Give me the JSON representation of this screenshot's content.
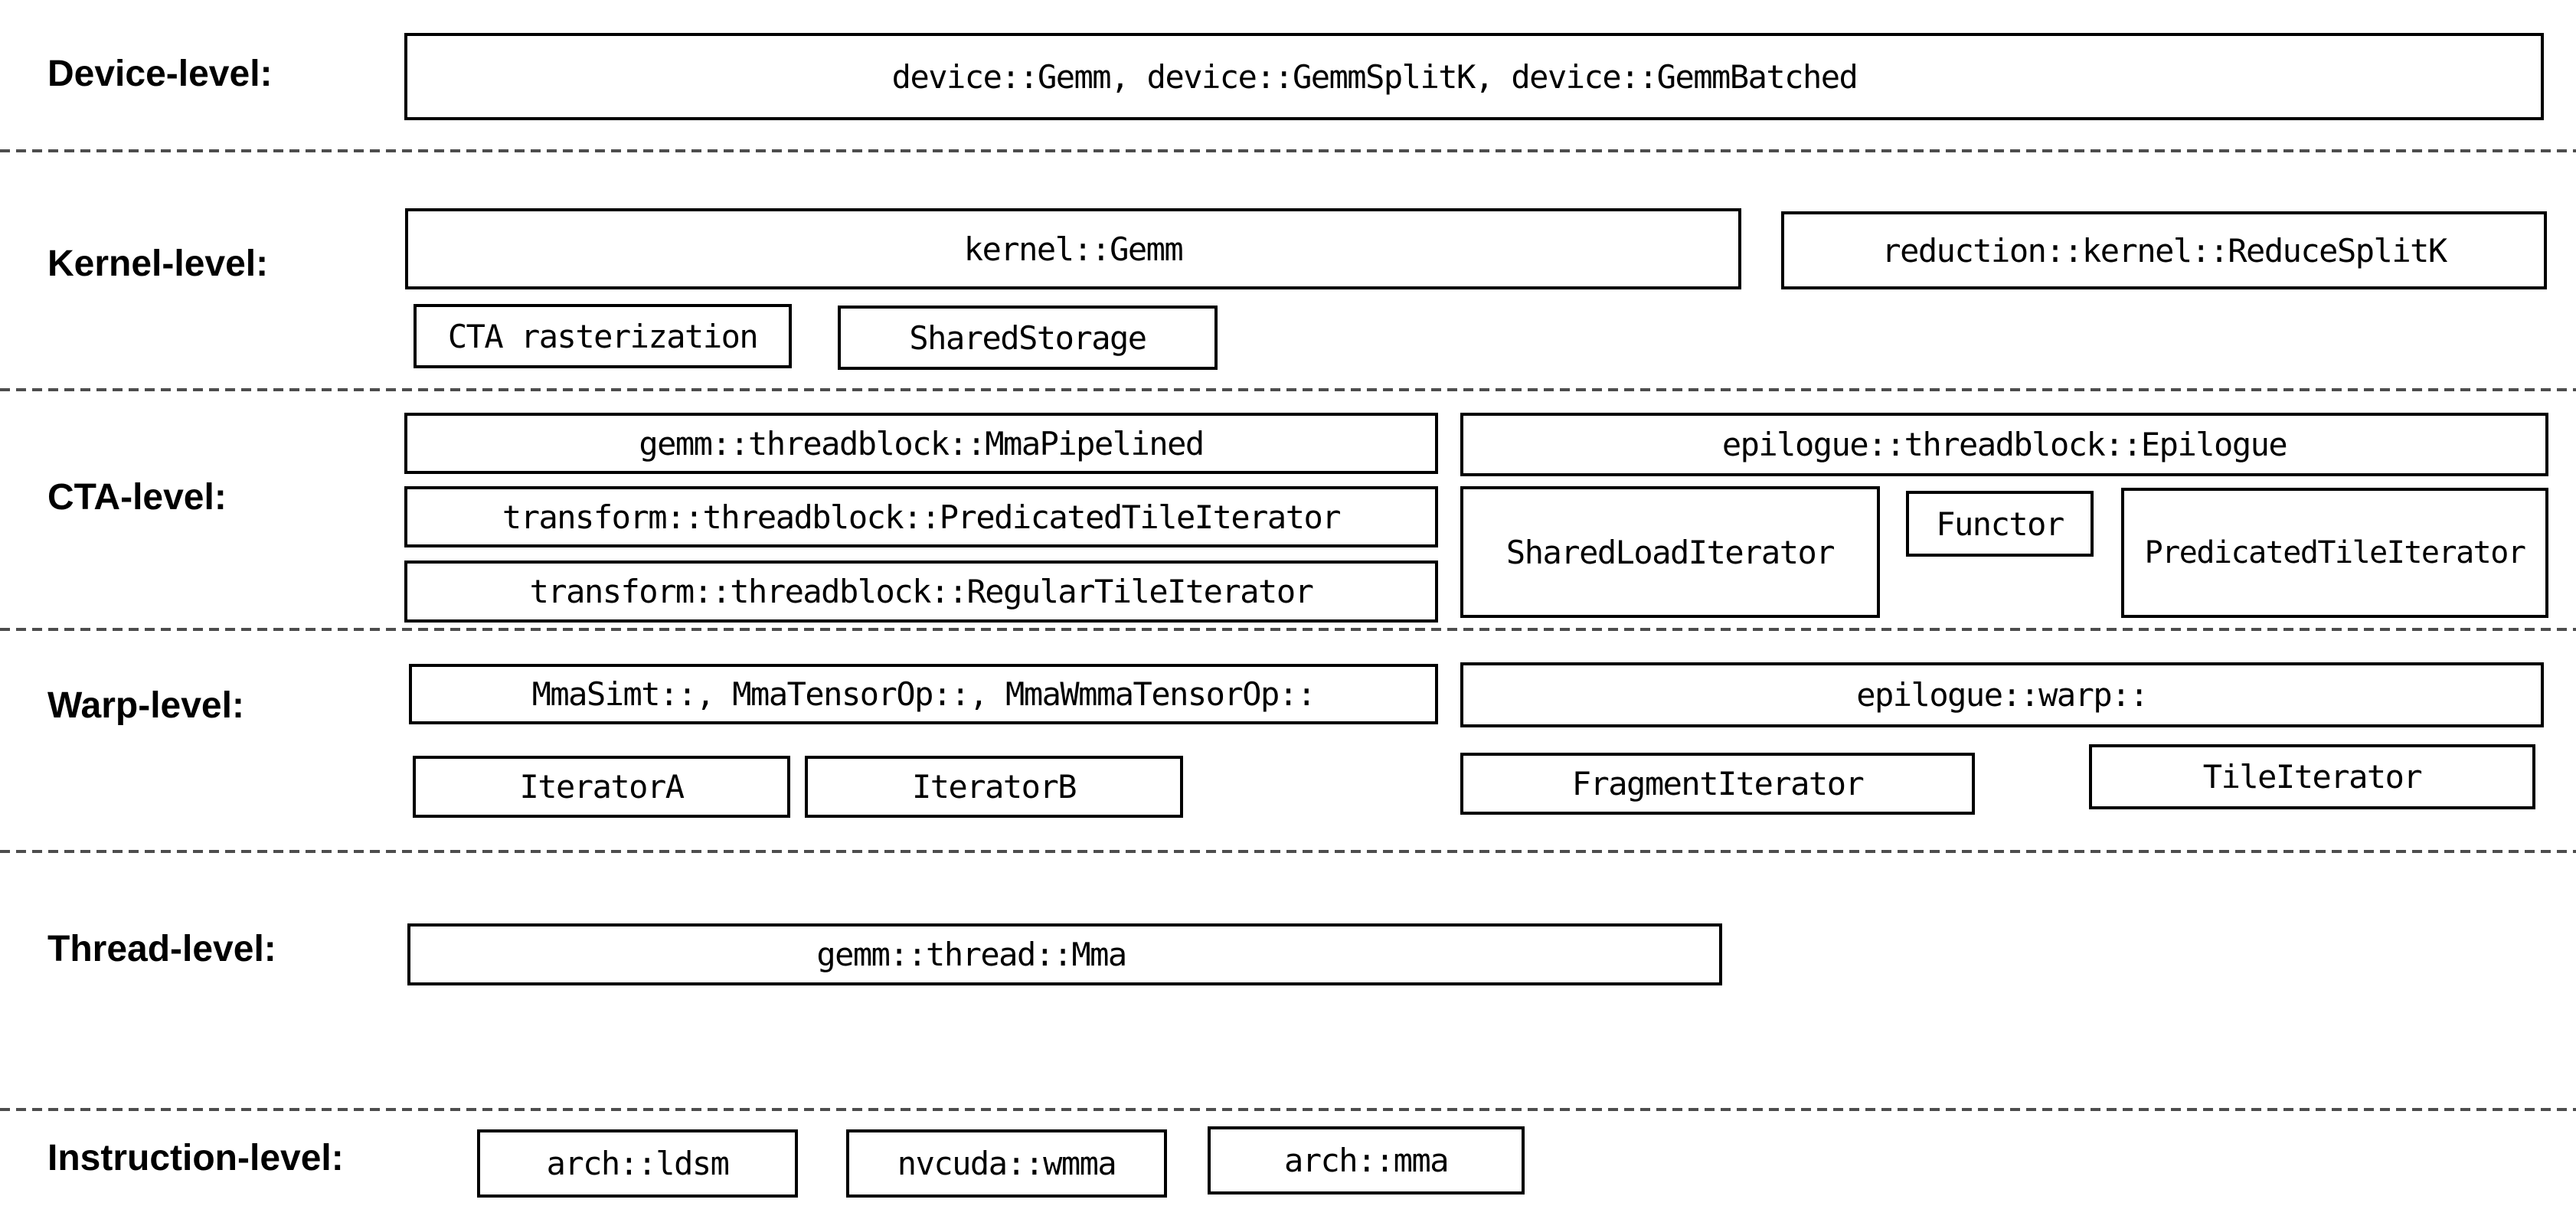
{
  "diagram": {
    "rows": [
      {
        "label": "Device-level:",
        "boxes": [
          {
            "label": "device::Gemm, device::GemmSplitK, device::GemmBatched"
          }
        ]
      },
      {
        "label": "Kernel-level:",
        "boxes": [
          {
            "label": "kernel::Gemm"
          },
          {
            "label": "reduction::kernel::ReduceSplitK"
          },
          {
            "label": "CTA rasterization"
          },
          {
            "label": "SharedStorage"
          }
        ]
      },
      {
        "label": "CTA-level:",
        "boxes": [
          {
            "label": "gemm::threadblock::MmaPipelined"
          },
          {
            "label": "transform::threadblock::PredicatedTileIterator"
          },
          {
            "label": "transform::threadblock::RegularTileIterator"
          },
          {
            "label": "epilogue::threadblock::Epilogue"
          },
          {
            "label": "SharedLoadIterator"
          },
          {
            "label": "Functor"
          },
          {
            "label": "PredicatedTileIterator"
          }
        ]
      },
      {
        "label": "Warp-level:",
        "boxes": [
          {
            "label": "MmaSimt::, MmaTensorOp::, MmaWmmaTensorOp::"
          },
          {
            "label": "epilogue::warp::"
          },
          {
            "label": "IteratorA"
          },
          {
            "label": "IteratorB"
          },
          {
            "label": "FragmentIterator"
          },
          {
            "label": "TileIterator"
          }
        ]
      },
      {
        "label": "Thread-level:",
        "boxes": [
          {
            "label": "gemm::thread::Mma"
          }
        ]
      },
      {
        "label": "Instruction-level:",
        "boxes": [
          {
            "label": "arch::ldsm"
          },
          {
            "label": "nvcuda::wmma"
          },
          {
            "label": "arch::mma"
          }
        ]
      }
    ],
    "colors": {
      "background": "#ffffff",
      "box_border": "#000000",
      "text": "#000000",
      "divider": "#4d4d4d"
    }
  }
}
